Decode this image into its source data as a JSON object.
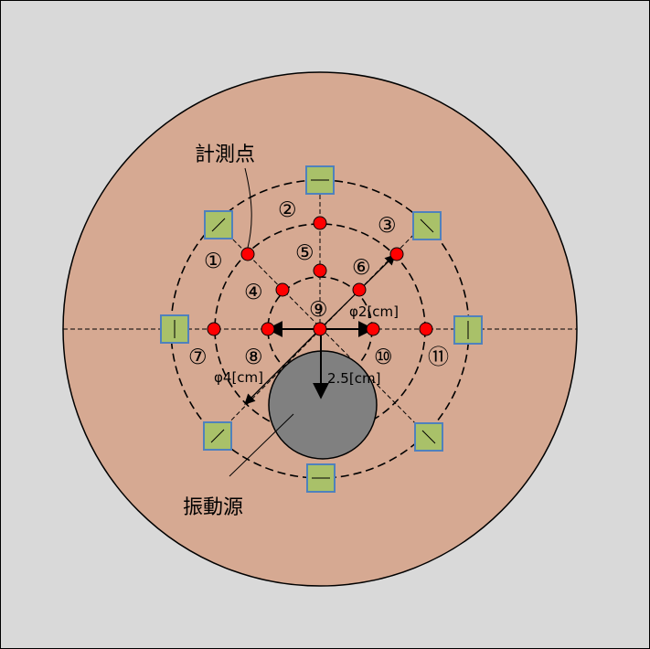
{
  "diagram": {
    "colors": {
      "background": "#d9d9d9",
      "plate": "#d6a992",
      "source": "#808080",
      "point": "#ff0000",
      "sensor_fill": "#a9c169",
      "sensor_border": "#4f81bd"
    },
    "labels": {
      "measure_point": "計測点",
      "vibration_source": "振動源",
      "phi2": "φ2[cm]",
      "phi4": "φ4[cm]",
      "r25": "2.5[cm]"
    },
    "points": [
      {
        "id": "p1",
        "label": "①"
      },
      {
        "id": "p2",
        "label": "②"
      },
      {
        "id": "p3",
        "label": "③"
      },
      {
        "id": "p4",
        "label": "④"
      },
      {
        "id": "p5",
        "label": "⑤"
      },
      {
        "id": "p6",
        "label": "⑥"
      },
      {
        "id": "p7",
        "label": "⑦"
      },
      {
        "id": "p8",
        "label": "⑧"
      },
      {
        "id": "p9",
        "label": "⑨"
      },
      {
        "id": "p10",
        "label": "⑩"
      },
      {
        "id": "p11",
        "label": "⑪"
      }
    ]
  }
}
